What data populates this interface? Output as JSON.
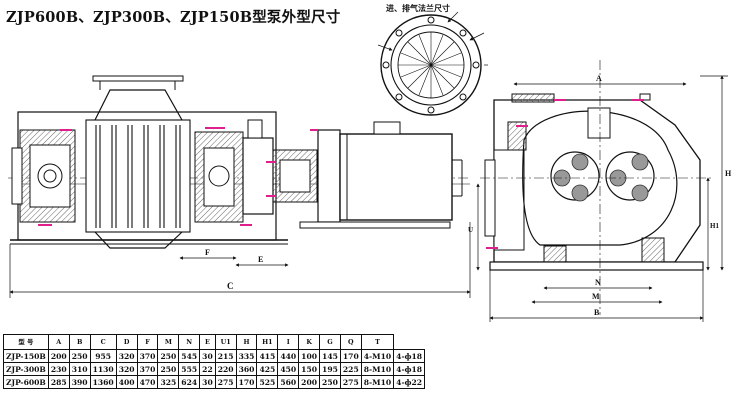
{
  "title": "ZJP600B、ZJP300B、ZJP150B型泵外型尺寸",
  "flange_title": "进、排气法兰尺寸",
  "colors": {
    "line": "#111111",
    "accent": "#e01e8c",
    "hatch": "#777777"
  },
  "front_view": {
    "dimension_labels": {
      "c": "C",
      "e": "E",
      "f": "F"
    }
  },
  "side_view": {
    "dimension_labels": {
      "a": "A",
      "m": "M",
      "b": "B",
      "h": "H",
      "h1": "H1",
      "u": "U",
      "n": "N"
    }
  },
  "spec_table": {
    "headers": [
      "型 号",
      "A",
      "B",
      "C",
      "D",
      "F",
      "M",
      "N",
      "E",
      "U1",
      "H",
      "H1",
      "I",
      "K",
      "G",
      "Q",
      "T"
    ],
    "rows": [
      [
        "ZJP-150B",
        "200",
        "250",
        "955",
        "320",
        "370",
        "250",
        "545",
        "30",
        "215",
        "335",
        "415",
        "440",
        "100",
        "145",
        "170",
        "4-M10",
        "4-ф18"
      ],
      [
        "ZJP-300B",
        "230",
        "310",
        "1130",
        "320",
        "370",
        "250",
        "555",
        "22",
        "220",
        "360",
        "425",
        "450",
        "150",
        "195",
        "225",
        "8-M10",
        "4-ф18"
      ],
      [
        "ZJP-600B",
        "285",
        "390",
        "1360",
        "400",
        "470",
        "325",
        "624",
        "30",
        "275",
        "170",
        "525",
        "560",
        "200",
        "250",
        "275",
        "8-M10",
        "4-ф22"
      ]
    ]
  }
}
